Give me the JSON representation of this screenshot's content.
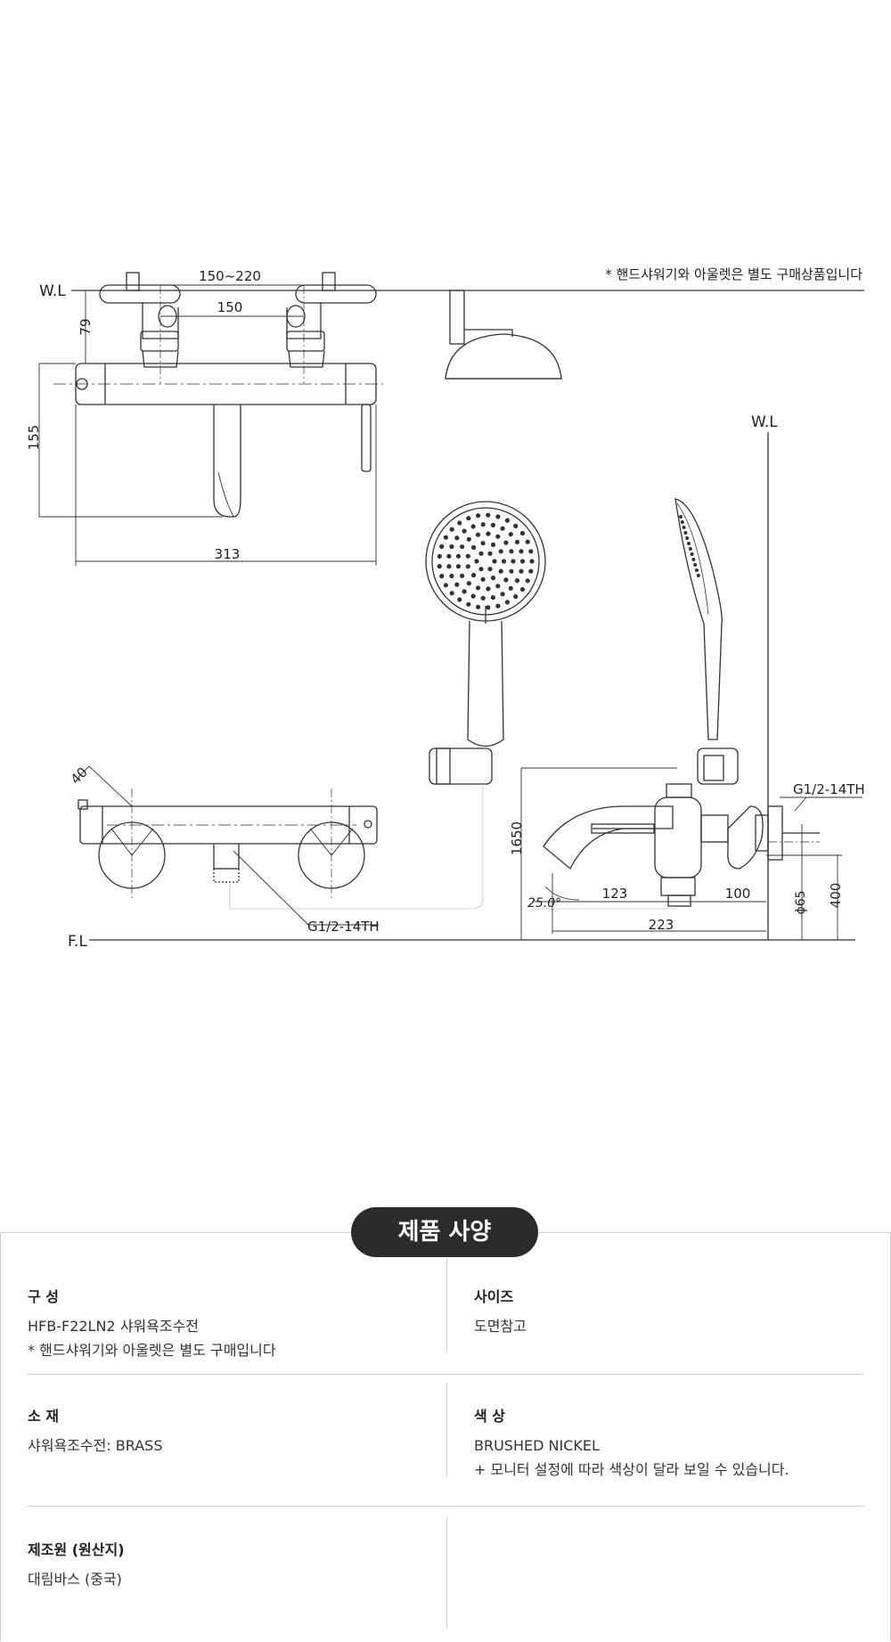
{
  "drawing": {
    "note": "* 핸드샤워기와 아울렛은 별도 구매상품입니다",
    "wl_left": "W.L",
    "wl_right": "W.L",
    "fl": "F.L",
    "dims": {
      "d150_220": "150~220",
      "d150": "150",
      "d79": "79",
      "d155": "155",
      "d313": "313",
      "d40": "40",
      "g12_bottom": "G1/2-14TH",
      "g12_right": "G1/2-14TH",
      "d1650": "1650",
      "d25": "25.0°",
      "d123": "123",
      "d100": "100",
      "d223": "223",
      "d65": "ϕ65",
      "d400": "400"
    }
  },
  "spec": {
    "title": "제품 사양",
    "composition": {
      "label": "구 성",
      "line1": "HFB-F22LN2 샤워욕조수전",
      "line2": "* 핸드샤워기와 아울렛은 별도 구매입니다"
    },
    "size": {
      "label": "사이즈",
      "line1": "도면참고"
    },
    "material": {
      "label": "소 재",
      "line1": "샤워욕조수전: BRASS"
    },
    "color": {
      "label": "색 상",
      "line1": "BRUSHED NICKEL",
      "line2": "+ 모니터 설정에 따라 색상이 달라 보일 수 있습니다."
    },
    "origin": {
      "label": "제조원 (원산지)",
      "line1": "대림바스 (중국)"
    }
  }
}
